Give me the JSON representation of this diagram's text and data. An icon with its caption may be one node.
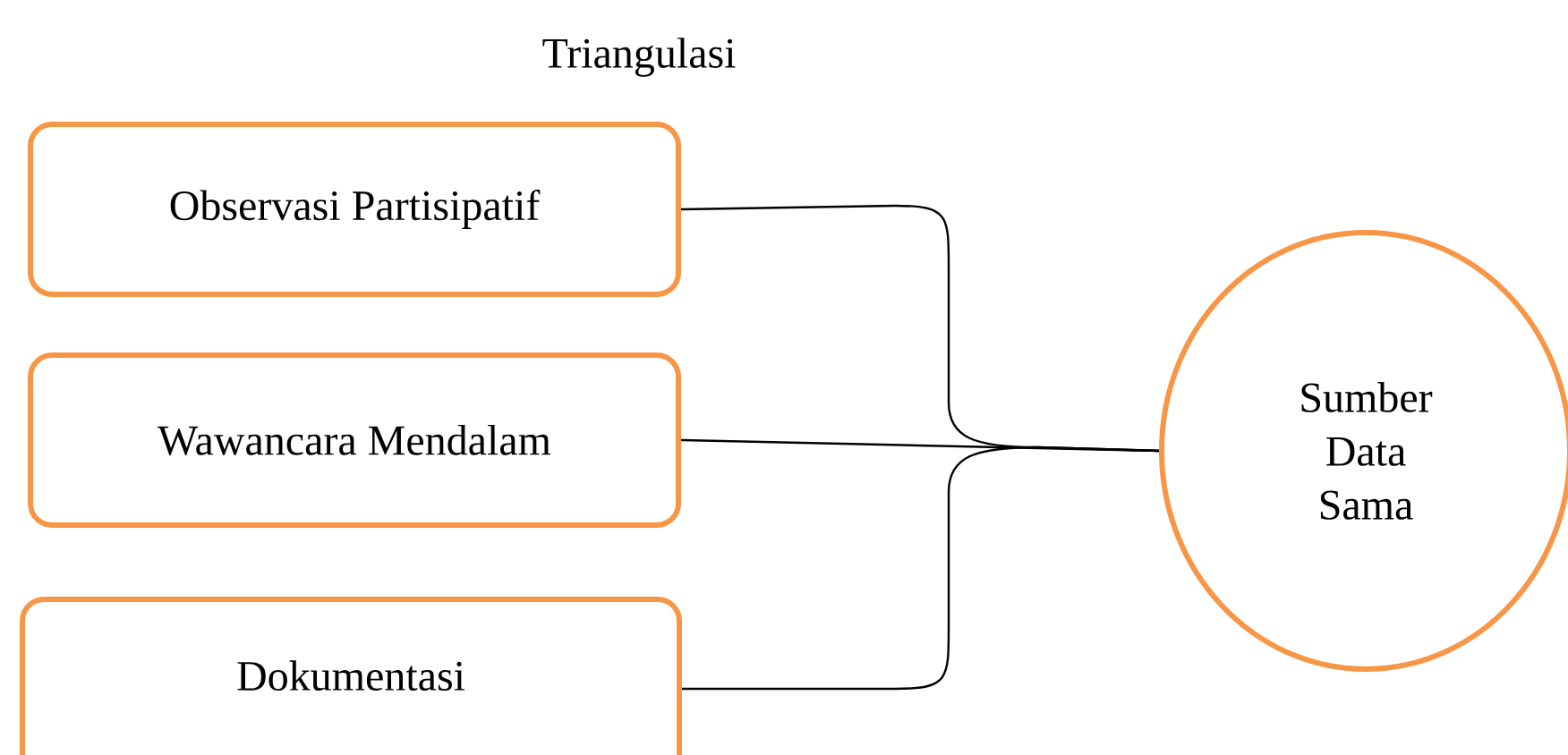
{
  "diagram": {
    "title": "Triangulasi",
    "nodes": [
      {
        "text": [
          "Observasi Partisipatif"
        ]
      },
      {
        "text": [
          "Wawancara Mendalam"
        ]
      },
      {
        "text": [
          "Dokumentasi"
        ]
      },
      {
        "text": [
          "Sumber Data Sama"
        ]
      }
    ],
    "edges": [
      {
        "from": 0,
        "to": 3,
        "arrow": "none"
      },
      {
        "from": 1,
        "to": 3,
        "arrow": "none"
      },
      {
        "from": 2,
        "to": 3,
        "arrow": "none"
      }
    ]
  }
}
